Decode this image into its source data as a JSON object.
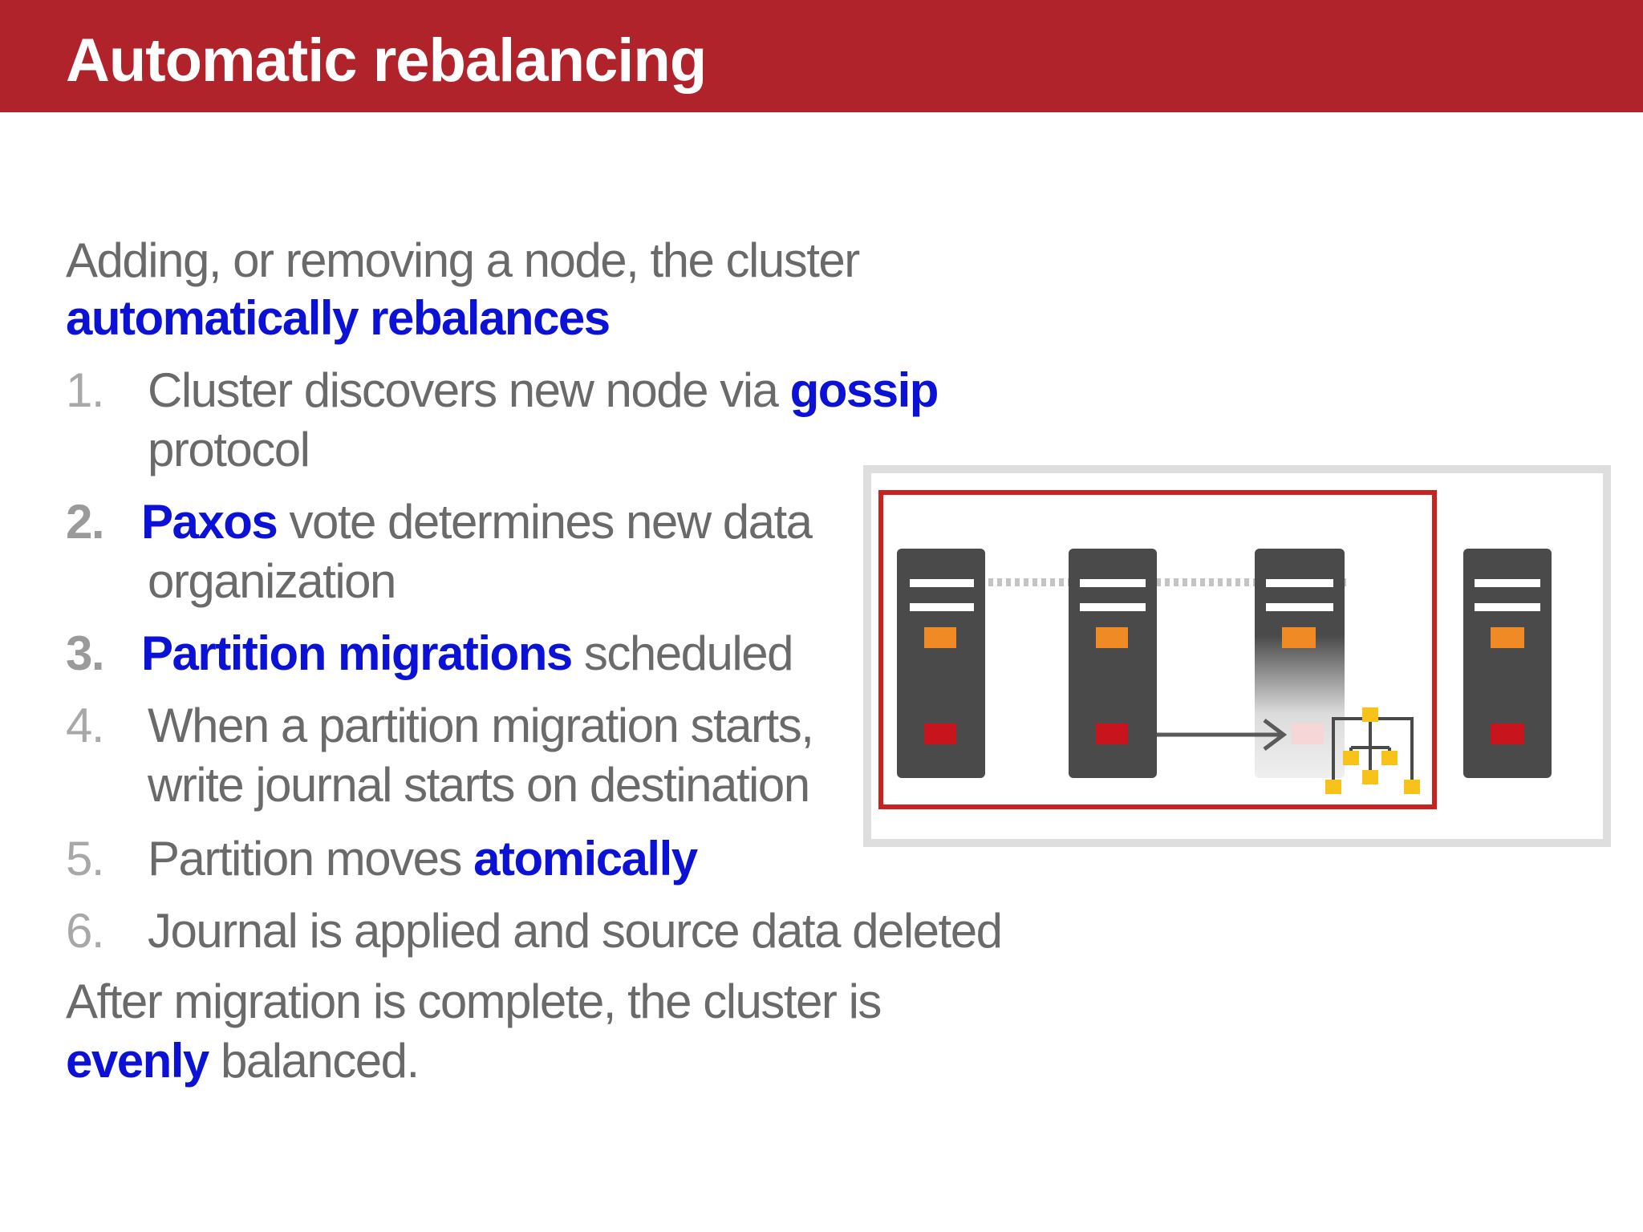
{
  "slide": {
    "title": "Automatic rebalancing"
  },
  "intro": {
    "line1": "Adding, or removing a node, the cluster",
    "line2_highlight": "automatically rebalances"
  },
  "steps": [
    {
      "number": "1.",
      "text_before": "Cluster discovers new node via ",
      "highlight": "gossip",
      "continuation": "protocol"
    },
    {
      "number": "2.",
      "highlight": "Paxos",
      "text_after": " vote determines new data",
      "continuation": "organization"
    },
    {
      "number": "3.",
      "highlight": "Partition migrations",
      "text_after": " scheduled"
    },
    {
      "number": "4.",
      "line1": "When a partition migration starts,",
      "line2": "write journal starts on destination"
    },
    {
      "number": "5.",
      "text_before": "Partition moves ",
      "highlight": "atomically"
    },
    {
      "number": "6.",
      "text": "Journal is applied and source data deleted"
    }
  ],
  "outro": {
    "line1": "After migration is complete, the cluster is",
    "highlight": "evenly",
    "line2_rest": " balanced."
  },
  "colors": {
    "header": "#b0232a",
    "highlight": "#0b12d6",
    "body_text": "#6a6a6a",
    "server": "#4a4a4a",
    "orange_led": "#f08a24",
    "red_led": "#c8141c",
    "tree_node": "#f7c21a"
  },
  "diagram": {
    "icons": [
      "server-icon",
      "server-icon",
      "server-icon",
      "server-icon",
      "arrow-right-icon",
      "partition-tree-icon"
    ]
  }
}
